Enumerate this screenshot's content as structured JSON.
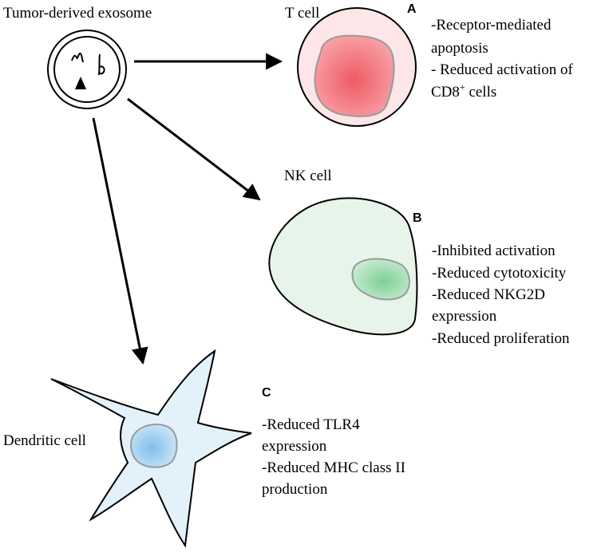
{
  "exosome": {
    "label": "Tumor-derived exosome"
  },
  "t_cell": {
    "label": "T cell",
    "panel": "A",
    "effects": [
      {
        "text": "-Receptor-mediated"
      },
      {
        "text": "apoptosis"
      },
      {
        "text": "- Reduced activation of"
      },
      {
        "text": "CD8",
        "sup": "+",
        "tail": " cells"
      }
    ]
  },
  "nk_cell": {
    "label": "NK cell",
    "panel": "B",
    "effects": [
      {
        "text": "-Inhibited activation"
      },
      {
        "text": "-Reduced cytotoxicity"
      },
      {
        "text": "-Reduced NKG2D"
      },
      {
        "text": "expression"
      },
      {
        "text": "-Reduced proliferation"
      }
    ]
  },
  "dendritic_cell": {
    "label": "Dendritic cell",
    "panel": "C",
    "effects": [
      {
        "text": "-Reduced TLR4"
      },
      {
        "text": "expression"
      },
      {
        "text": "-Reduced MHC class II"
      },
      {
        "text": "production"
      }
    ]
  },
  "colors": {
    "t_cell_fill": "#fde6e7",
    "t_nucleus": "#ef5a64",
    "nk_fill": "#e6f4ea",
    "nk_nucleus": "#8fd3a2",
    "dc_fill": "#e3f1fb",
    "dc_nucleus": "#86c3ec",
    "outline": "#000000",
    "nucleus_outline": "#9a9a9a"
  }
}
